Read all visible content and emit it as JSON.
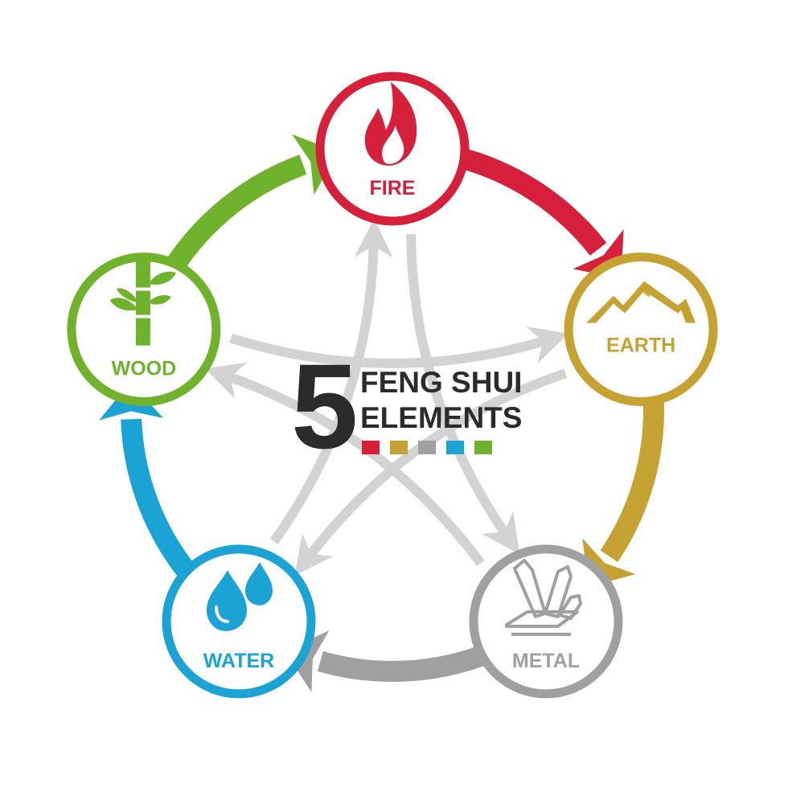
{
  "center": {
    "number": "5",
    "line1": "FENG SHUI",
    "line2": "ELEMENTS",
    "swatch_colors": [
      "#d61f3a",
      "#c6a233",
      "#a0a0a0",
      "#1aa3d4",
      "#6fb22c"
    ]
  },
  "elements": [
    {
      "label": "FIRE",
      "color": "#d61f3a",
      "icon": "flame-icon"
    },
    {
      "label": "EARTH",
      "color": "#c6a233",
      "icon": "mountain-icon"
    },
    {
      "label": "METAL",
      "color": "#a0a0a0",
      "icon": "crystal-icon"
    },
    {
      "label": "WATER",
      "color": "#1aa3d4",
      "icon": "water-drops-icon"
    },
    {
      "label": "WOOD",
      "color": "#6fb22c",
      "icon": "bamboo-icon"
    }
  ],
  "cycles": {
    "outer": "generating",
    "inner": "controlling",
    "inner_color": "#d3d3d3"
  }
}
